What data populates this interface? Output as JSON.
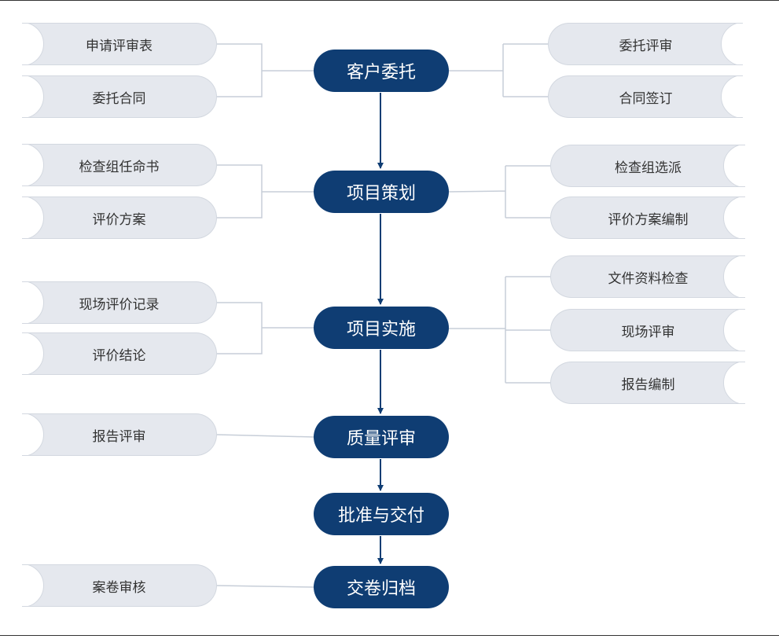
{
  "diagram": {
    "main_steps": [
      {
        "id": "m1",
        "label": "客户委托"
      },
      {
        "id": "m2",
        "label": "项目策划"
      },
      {
        "id": "m3",
        "label": "项目实施"
      },
      {
        "id": "m4",
        "label": "质量评审"
      },
      {
        "id": "m5",
        "label": "批准与交付"
      },
      {
        "id": "m6",
        "label": "交卷归档"
      }
    ],
    "left_items": [
      {
        "id": "l1",
        "label": "申请评审表",
        "step": "m1"
      },
      {
        "id": "l2",
        "label": "委托合同",
        "step": "m1"
      },
      {
        "id": "l3",
        "label": "检查组任命书",
        "step": "m2"
      },
      {
        "id": "l4",
        "label": "评价方案",
        "step": "m2"
      },
      {
        "id": "l5",
        "label": "现场评价记录",
        "step": "m3"
      },
      {
        "id": "l6",
        "label": "评价结论",
        "step": "m3"
      },
      {
        "id": "l7",
        "label": "报告评审",
        "step": "m4"
      },
      {
        "id": "l8",
        "label": "案卷审核",
        "step": "m6"
      }
    ],
    "right_items": [
      {
        "id": "r1",
        "label": "委托评审",
        "step": "m1"
      },
      {
        "id": "r2",
        "label": "合同签订",
        "step": "m1"
      },
      {
        "id": "r3",
        "label": "检查组选派",
        "step": "m2"
      },
      {
        "id": "r4",
        "label": "评价方案编制",
        "step": "m2"
      },
      {
        "id": "r5",
        "label": "文件资料检查",
        "step": "m3"
      },
      {
        "id": "r6",
        "label": "现场评审",
        "step": "m3"
      },
      {
        "id": "r7",
        "label": "报告编制",
        "step": "m3"
      }
    ],
    "colors": {
      "main": "#0f3d73",
      "arrow": "#0f3d73",
      "side_fill": "#e5e8ee",
      "connector": "#c7ced8",
      "text_dark": "#333333",
      "text_light": "#ffffff"
    }
  }
}
